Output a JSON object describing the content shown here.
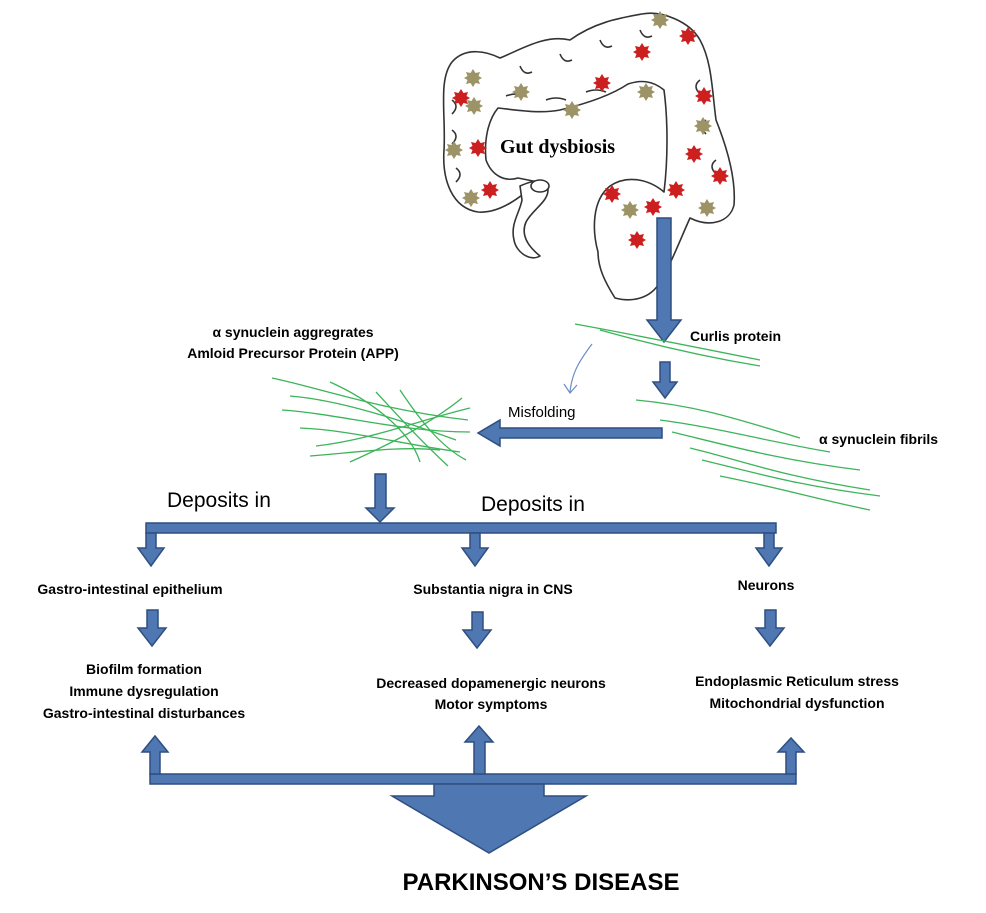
{
  "gut_label": "Gut dysbiosis",
  "curlis_label": "Curlis protein",
  "aggregates_line1": "α synuclein aggregrates",
  "aggregates_line2": "Amloid Precursor Protein (APP)",
  "misfolding_label": "Misfolding",
  "fibrils_label": "α synuclein fibrils",
  "deposits_left": "Deposits in",
  "deposits_right": "Deposits in",
  "branches": [
    {
      "target": "Gastro-intestinal epithelium",
      "effects": [
        "Biofilm formation",
        "Immune dysregulation",
        "Gastro-intestinal disturbances"
      ]
    },
    {
      "target": "Substantia nigra in CNS",
      "effects": [
        "Decreased dopamenergic neurons",
        "Motor symptoms"
      ]
    },
    {
      "target": "Neurons",
      "effects": [
        "Endoplasmic  Reticulum stress",
        "Mitochondrial  dysfunction"
      ]
    }
  ],
  "outcome": "PARKINSON’S DISEASE",
  "colors": {
    "arrow_fill": "#4f77b1",
    "arrow_stroke": "#2e4f80",
    "fiber": "#3cb45a",
    "bacteria_red": "#cc1f1f",
    "bacteria_olive": "#9c9466",
    "gut_outline": "#333333"
  }
}
